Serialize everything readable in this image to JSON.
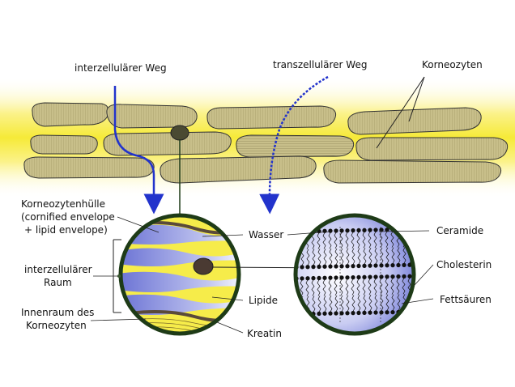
{
  "labels": {
    "intercellular_route": "interzellulärer Weg",
    "transcellular_route": "transzellulärer Weg",
    "corneocytes": "Korneozyten",
    "envelope_line1": "Korneozytenhülle",
    "envelope_line2": "(cornified envelope",
    "envelope_line3": "+ lipid envelope)",
    "intercellular_space_line1": "interzellulärer",
    "intercellular_space_line2": "Raum",
    "interior_line1": "Innenraum des",
    "interior_line2": "Korneozyten",
    "water": "Wasser",
    "lipids": "Lipide",
    "keratin": "Kreatin",
    "ceramide": "Ceramide",
    "cholesterol": "Cholesterin",
    "fatty_acids": "Fettsäuren"
  },
  "colors": {
    "lipid_band": "#f5ec4a",
    "corneocyte_fill": "#c9c08a",
    "corneocyte_hatch": "#9e955f",
    "arrow": "#2233cc",
    "circle_rim": "#1e3b17",
    "membrane_blue": "#7b86e0",
    "keratin_brown": "#5a4a3a"
  }
}
